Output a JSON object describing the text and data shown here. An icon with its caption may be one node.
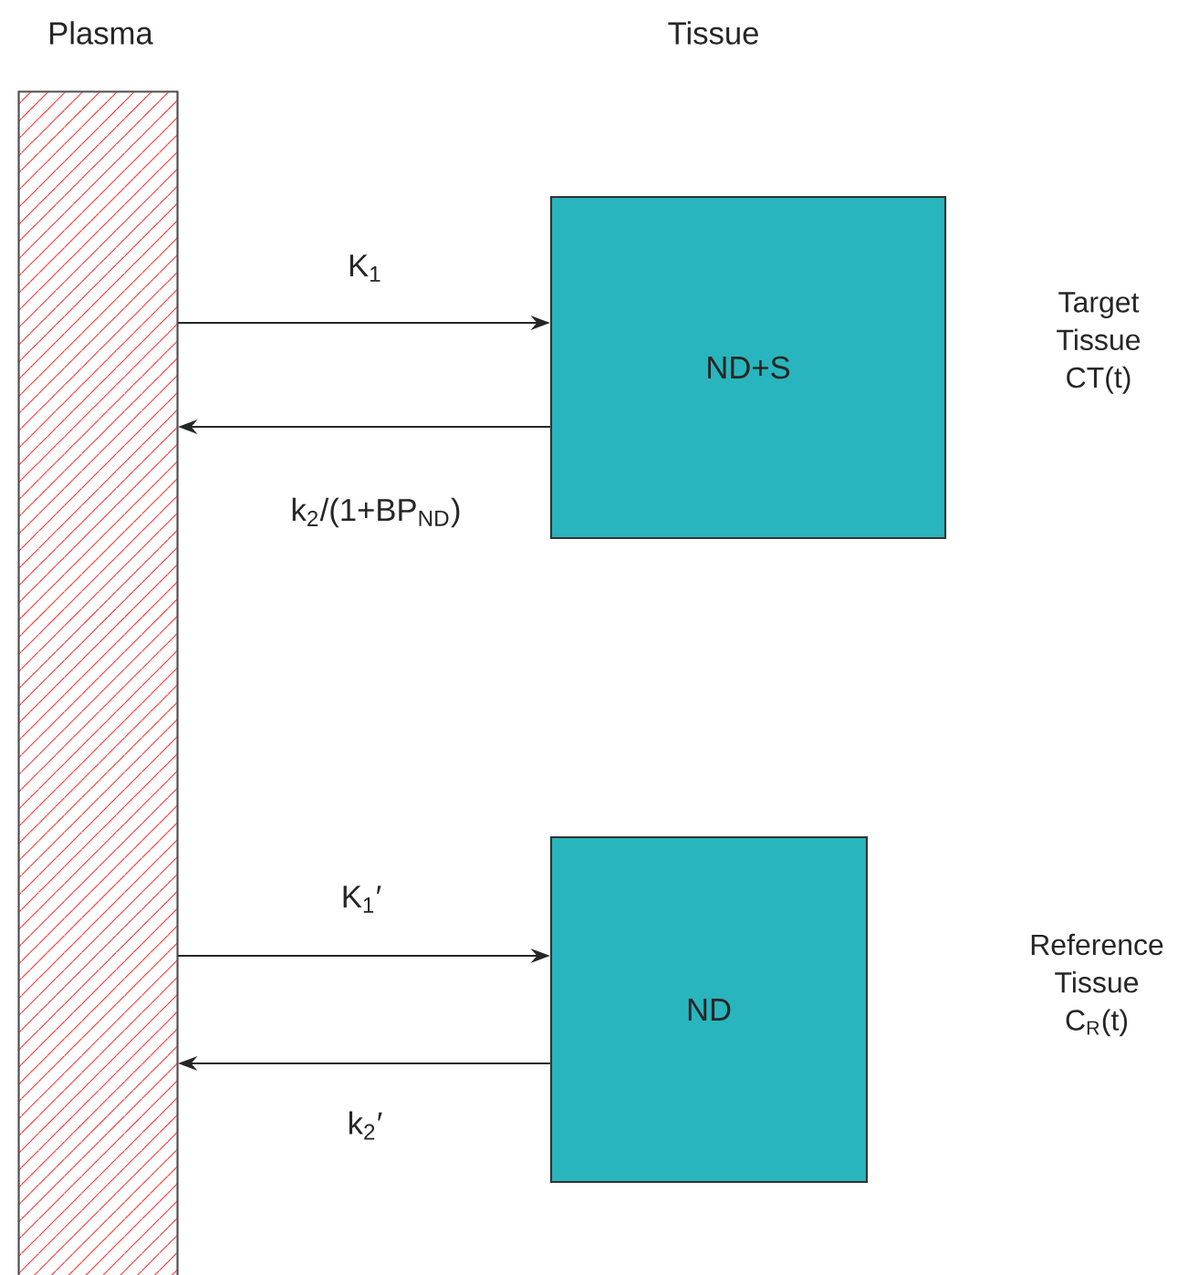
{
  "diagram": {
    "nodes": [
      {
        "text": [
          "Plasma"
        ]
      },
      {
        "text": [
          "ND+S"
        ],
        "beside": [
          "Target Tissue CT(t)"
        ]
      },
      {
        "text": [
          "ND"
        ]
      }
    ],
    "edges": [
      {
        "from": 0,
        "to": 1,
        "arrow": "to",
        "label": "K$_{1}$"
      },
      {
        "from": 1,
        "to": 0,
        "arrow": "to",
        "label": "k$_{2}$/(1+BP$_{ND}$)"
      },
      {
        "from": 0,
        "to": 2,
        "arrow": "to",
        "label": "K$_{1}$′"
      },
      {
        "from": 2,
        "to": 0,
        "arrow": "to",
        "label": "k$_{2}$′"
      }
    ],
    "labels": [
      "Tissue",
      "Reference Tissue C$_{R}$(t)"
    ]
  }
}
